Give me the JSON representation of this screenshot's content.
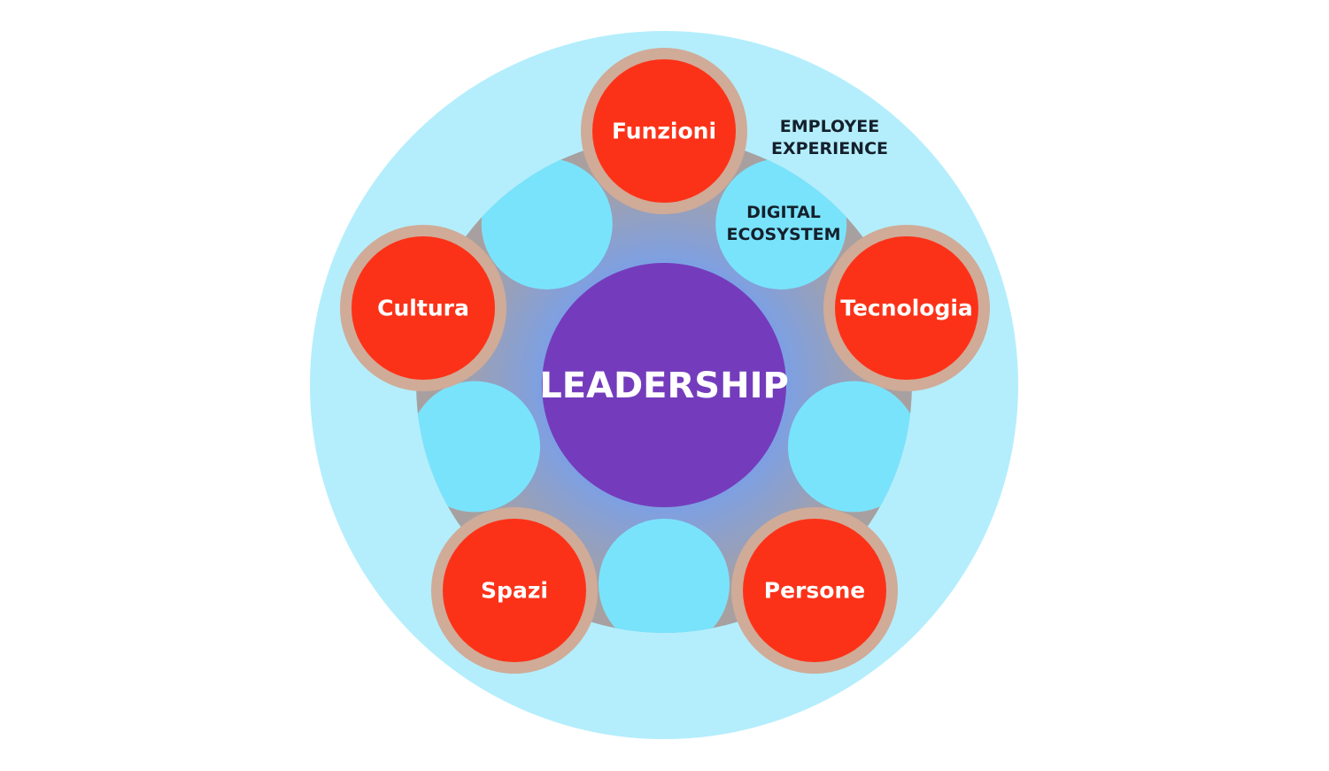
{
  "center": {
    "label": "LEADERSHIP"
  },
  "rings": {
    "outer": {
      "line1": "EMPLOYEE",
      "line2": "EXPERIENCE"
    },
    "inner": {
      "line1": "DIGITAL",
      "line2": "ECOSYSTEM"
    }
  },
  "nodes": [
    {
      "label": "Funzioni"
    },
    {
      "label": "Tecnologia"
    },
    {
      "label": "Persone"
    },
    {
      "label": "Spazi"
    },
    {
      "label": "Cultura"
    }
  ],
  "colors": {
    "outer": "#b4eefc",
    "inner": "#7ae3fc",
    "node": "#fc3218",
    "node_ring": "#d0ab98",
    "center": "#743cbc",
    "blob_inner": "#7aa0e8",
    "blob_outer": "#a8a0a0"
  }
}
